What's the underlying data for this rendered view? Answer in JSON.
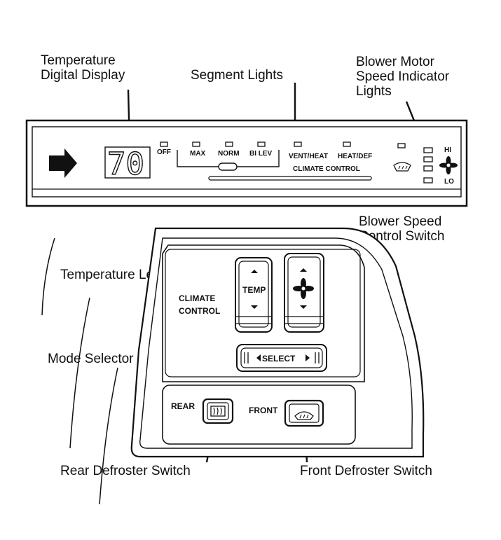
{
  "callouts": {
    "temp_display_1": "Temperature",
    "temp_display_2": "Digital Display",
    "segment_lights": "Segment Lights",
    "blower_ind_1": "Blower Motor",
    "blower_ind_2": "Speed Indicator",
    "blower_ind_3": "Lights",
    "blower_switch_1": "Blower Speed",
    "blower_switch_2": "Control Switch",
    "temperature_lever": "Temperature Lever",
    "mode_selector": "Mode Selector Lever",
    "rear_defroster": "Rear Defroster Switch",
    "front_defroster": "Front Defroster Switch"
  },
  "display_panel": {
    "temperature_value": "70",
    "modes": [
      "OFF",
      "MAX",
      "NORM",
      "BI LEV",
      "VENT/HEAT",
      "HEAT/DEF"
    ],
    "group_label": "CLIMATE CONTROL",
    "fan_hi": "HI",
    "fan_lo": "LO"
  },
  "control_panel": {
    "label_1": "CLIMATE",
    "label_2": "CONTROL",
    "temp_lever_label": "TEMP",
    "select_label": "SELECT",
    "rear_label": "REAR",
    "front_label": "FRONT"
  }
}
